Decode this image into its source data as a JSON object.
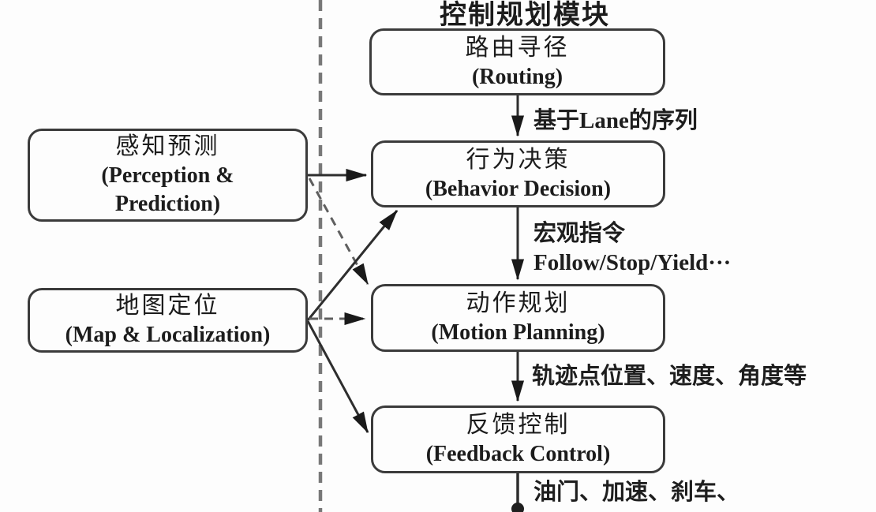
{
  "title": "控制规划模块",
  "boxes": {
    "routing": {
      "lines": [
        "路由寻径",
        "(Routing)"
      ]
    },
    "behavior": {
      "lines": [
        "行为决策",
        "(Behavior Decision)"
      ]
    },
    "motion": {
      "lines": [
        "动作规划",
        "(Motion Planning)"
      ]
    },
    "feedback": {
      "lines": [
        "反馈控制",
        "(Feedback Control)"
      ]
    },
    "perception": {
      "lines": [
        "感知预测",
        "(Perception &",
        "Prediction)"
      ]
    },
    "map": {
      "lines": [
        "地图定位",
        "(Map & Localization)"
      ]
    }
  },
  "edge_labels": {
    "routing_to_behavior": "基于Lane的序列",
    "behavior_to_motion": [
      "宏观指令",
      "Follow/Stop/Yield···"
    ],
    "motion_to_feedback": "轨迹点位置、速度、角度等",
    "feedback_output": "油门、加速、刹车、"
  },
  "colors": {
    "background": "#fdfdfd",
    "text": "#1c1c1c",
    "box_border": "#3b3b3b",
    "solid_line": "#2e2e2e",
    "dashed_boundary": "#787878",
    "dashed_edge": "#5f5f5f",
    "arrowhead": "#1a1a1a"
  }
}
